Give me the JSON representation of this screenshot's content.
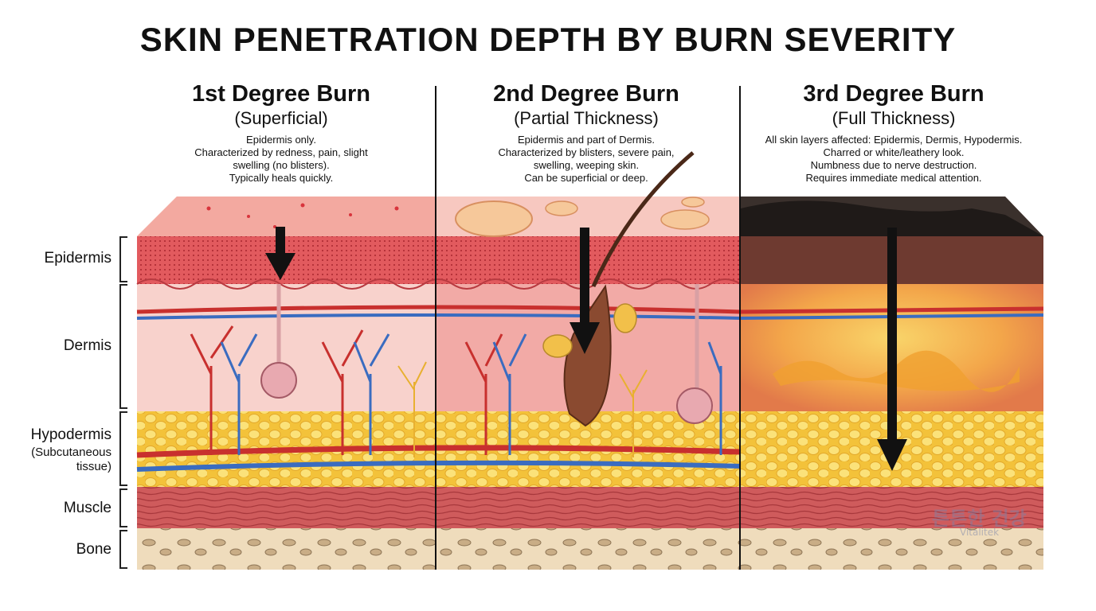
{
  "title": "SKIN PENETRATION DEPTH BY BURN SEVERITY",
  "layers": [
    {
      "name": "Epidermis"
    },
    {
      "name": "Dermis"
    },
    {
      "name": "Hypodermis",
      "sub": [
        "(Subcutaneous",
        "tissue)"
      ]
    },
    {
      "name": "Muscle"
    },
    {
      "name": "Bone"
    }
  ],
  "columns": [
    {
      "heading": "1st Degree Burn",
      "subheading": "(Superficial)",
      "description": [
        "Epidermis only.",
        "Characterized by redness, pain, slight",
        "swelling (no blisters).",
        "Typically heals quickly."
      ]
    },
    {
      "heading": "2nd Degree Burn",
      "subheading": "(Partial Thickness)",
      "description": [
        "Epidermis and part of Dermis.",
        "Characterized by blisters, severe pain,",
        "swelling, weeping skin.",
        "Can be superficial or deep."
      ]
    },
    {
      "heading": "3rd Degree Burn",
      "subheading": "(Full Thickness)",
      "description": [
        "All skin layers affected: Epidermis, Dermis, Hypodermis.",
        "Charred or white/leathery look.",
        "Numbness due to nerve destruction.",
        "Requires immediate medical attention."
      ]
    }
  ],
  "watermark": {
    "main": "튼튼한 건강",
    "sub": "Vitalitek"
  },
  "colors": {
    "epidermis": "#e0505a",
    "dermis": "#f6c4c0",
    "fat": "#f7cf4a",
    "muscle": "#c8575a",
    "bone": "#efdcbc",
    "artery": "#c8302e",
    "vein": "#3a6cc0",
    "charred": "#3a302c",
    "burn_glow": "#f5b54a"
  }
}
